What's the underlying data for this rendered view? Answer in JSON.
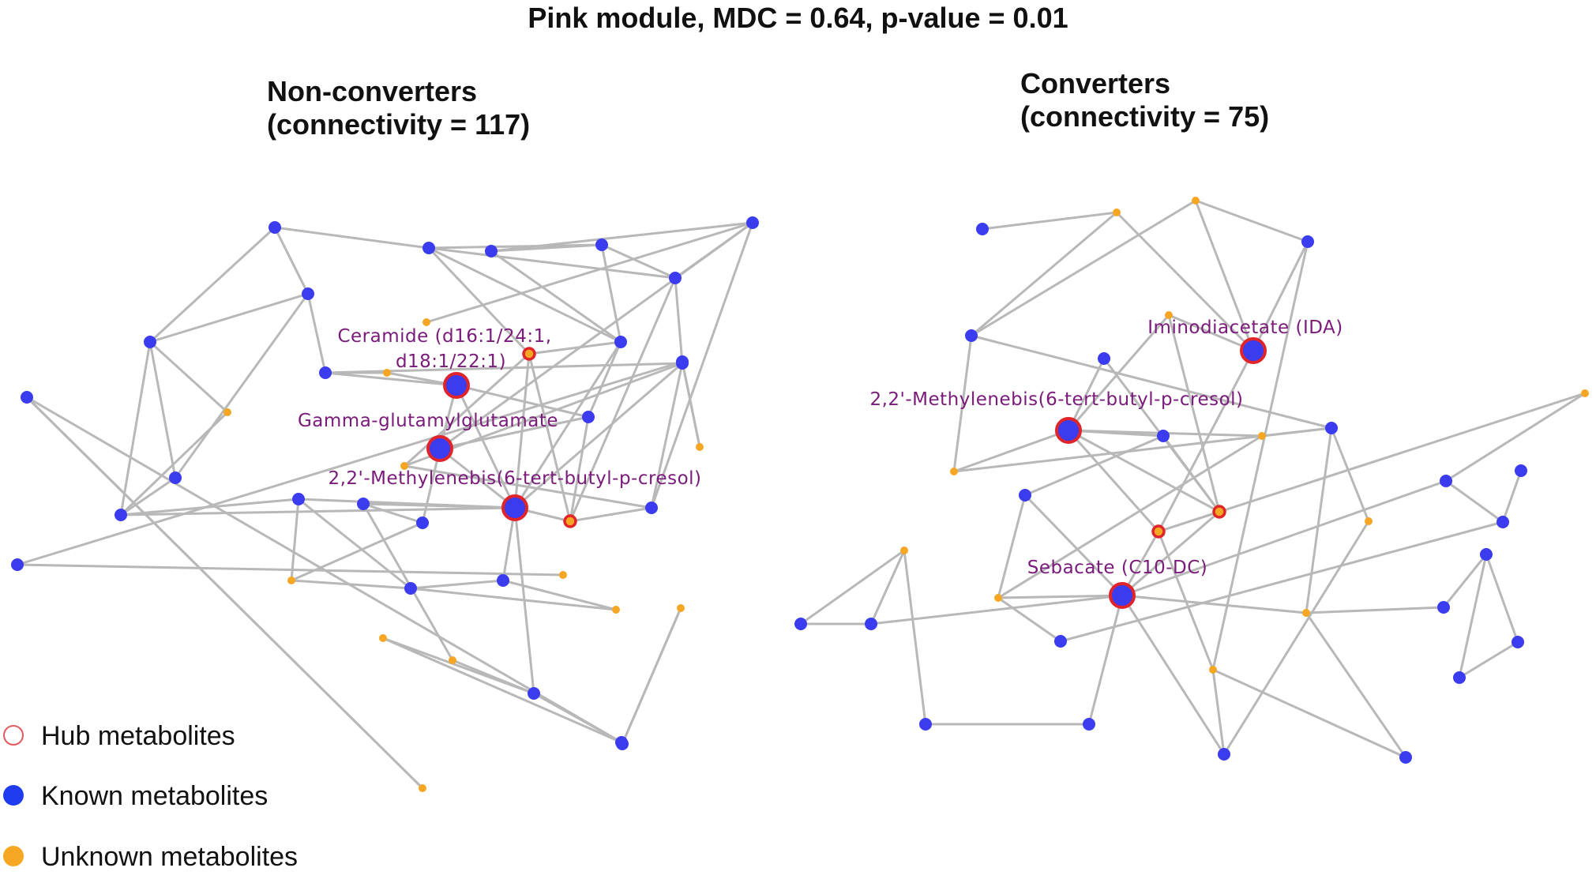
{
  "title": "Pink module, MDC = 0.64, p-value = 0.01",
  "colors": {
    "known": "#3b3bef",
    "unknown": "#f5a623",
    "hub_ring": "#e0252a",
    "edge": "#b8b8b8",
    "label": "#7a1a7a"
  },
  "legend": [
    {
      "label": "Hub metabolites",
      "kind": "hub"
    },
    {
      "label": "Known metabolites",
      "kind": "known"
    },
    {
      "label": "Unknown metabolites",
      "kind": "unknown"
    }
  ],
  "panels": [
    {
      "id": "nc",
      "title_lines": [
        "Non-converters",
        "(connectivity = 117)"
      ],
      "labels": [
        {
          "text": "Ceramide (d16:1/24:1,",
          "node": "h1",
          "line": 0
        },
        {
          "text": "d18:1/22:1)",
          "node": "h1",
          "line": 1
        },
        {
          "text": "Gamma-glutamylglutamate",
          "node": "h2",
          "line": 0
        },
        {
          "text": "2,2'-Methylenebis(6-tert-butyl-p-cresol)",
          "node": "h3",
          "line": 0
        }
      ],
      "nodes": [
        {
          "id": "h1",
          "type": "known",
          "hub": true
        },
        {
          "id": "h2",
          "type": "known",
          "hub": true
        },
        {
          "id": "h3",
          "type": "known",
          "hub": true
        },
        {
          "id": "u1",
          "type": "unknown",
          "hub": true
        },
        {
          "id": "u2",
          "type": "unknown",
          "hub": true
        },
        {
          "id": "k1",
          "type": "known"
        },
        {
          "id": "k2",
          "type": "known"
        },
        {
          "id": "k3",
          "type": "known"
        },
        {
          "id": "k4",
          "type": "known"
        },
        {
          "id": "k5",
          "type": "known"
        },
        {
          "id": "k6",
          "type": "known"
        },
        {
          "id": "k7",
          "type": "known"
        },
        {
          "id": "k8",
          "type": "known"
        },
        {
          "id": "k9",
          "type": "known"
        },
        {
          "id": "k10",
          "type": "known"
        },
        {
          "id": "k11",
          "type": "known"
        },
        {
          "id": "k12",
          "type": "known"
        },
        {
          "id": "k13",
          "type": "known"
        },
        {
          "id": "k14",
          "type": "known"
        },
        {
          "id": "k15",
          "type": "known"
        },
        {
          "id": "k16",
          "type": "known"
        },
        {
          "id": "k17",
          "type": "known"
        },
        {
          "id": "k18",
          "type": "known"
        },
        {
          "id": "k19",
          "type": "known"
        },
        {
          "id": "k20",
          "type": "known"
        },
        {
          "id": "k21",
          "type": "known"
        },
        {
          "id": "k22",
          "type": "known"
        },
        {
          "id": "k23",
          "type": "known"
        },
        {
          "id": "k24",
          "type": "known"
        },
        {
          "id": "k25",
          "type": "known"
        },
        {
          "id": "k26",
          "type": "known"
        },
        {
          "id": "o1",
          "type": "unknown"
        },
        {
          "id": "o2",
          "type": "unknown"
        },
        {
          "id": "o3",
          "type": "unknown"
        },
        {
          "id": "o4",
          "type": "unknown"
        },
        {
          "id": "o5",
          "type": "unknown"
        },
        {
          "id": "o6",
          "type": "unknown"
        },
        {
          "id": "o7",
          "type": "unknown"
        },
        {
          "id": "o8",
          "type": "unknown"
        },
        {
          "id": "o9",
          "type": "unknown"
        },
        {
          "id": "o10",
          "type": "unknown"
        },
        {
          "id": "o11",
          "type": "unknown"
        },
        {
          "id": "o12",
          "type": "unknown"
        }
      ],
      "edges": [
        [
          "k1",
          "k2"
        ],
        [
          "k1",
          "k6"
        ],
        [
          "k1",
          "k7"
        ],
        [
          "k2",
          "k4"
        ],
        [
          "k2",
          "k5"
        ],
        [
          "k2",
          "k9"
        ],
        [
          "k3",
          "k4"
        ],
        [
          "k3",
          "k12"
        ],
        [
          "k4",
          "k5"
        ],
        [
          "k4",
          "k9"
        ],
        [
          "k5",
          "k10"
        ],
        [
          "k5",
          "k12"
        ],
        [
          "k6",
          "k7"
        ],
        [
          "k6",
          "k18"
        ],
        [
          "k6",
          "k17"
        ],
        [
          "k7",
          "k8"
        ],
        [
          "k8",
          "h1"
        ],
        [
          "k8",
          "k10"
        ],
        [
          "k9",
          "u1"
        ],
        [
          "k9",
          "k11"
        ],
        [
          "k10",
          "k13"
        ],
        [
          "k10",
          "h3"
        ],
        [
          "k11",
          "h1"
        ],
        [
          "k11",
          "h2"
        ],
        [
          "k12",
          "k13"
        ],
        [
          "k13",
          "u2"
        ],
        [
          "k14",
          "h3"
        ],
        [
          "k14",
          "k15"
        ],
        [
          "k15",
          "h2"
        ],
        [
          "k15",
          "o3"
        ],
        [
          "k16",
          "h3"
        ],
        [
          "k16",
          "k19"
        ],
        [
          "k17",
          "k18"
        ],
        [
          "k18",
          "h3"
        ],
        [
          "k18",
          "k16"
        ],
        [
          "k19",
          "k20"
        ],
        [
          "k20",
          "h3"
        ],
        [
          "k21",
          "h3"
        ],
        [
          "k21",
          "k22"
        ],
        [
          "k22",
          "k23"
        ],
        [
          "h1",
          "h2"
        ],
        [
          "h1",
          "h3"
        ],
        [
          "h2",
          "h3"
        ],
        [
          "u1",
          "h3"
        ],
        [
          "u2",
          "h3"
        ],
        [
          "u1",
          "u2"
        ],
        [
          "o1",
          "k6"
        ],
        [
          "o2",
          "k8"
        ],
        [
          "o3",
          "k19"
        ],
        [
          "o4",
          "k21"
        ],
        [
          "o5",
          "k22"
        ],
        [
          "o6",
          "k23"
        ],
        [
          "o7",
          "k24"
        ],
        [
          "o8",
          "k25"
        ],
        [
          "o9",
          "k26"
        ],
        [
          "o10",
          "k20"
        ],
        [
          "o11",
          "u1"
        ],
        [
          "o12",
          "k12"
        ],
        [
          "k24",
          "k26"
        ],
        [
          "k25",
          "k22"
        ],
        [
          "k3",
          "k9"
        ],
        [
          "k13",
          "o11"
        ],
        [
          "k12",
          "h2"
        ],
        [
          "k7",
          "k17"
        ],
        [
          "k2",
          "u1"
        ],
        [
          "k5",
          "u2"
        ],
        [
          "k9",
          "h3"
        ],
        [
          "k11",
          "u2"
        ],
        [
          "o1",
          "k18"
        ],
        [
          "o2",
          "h1"
        ],
        [
          "k14",
          "o4"
        ],
        [
          "k23",
          "o6"
        ],
        [
          "k10",
          "o11"
        ],
        [
          "k26",
          "o9"
        ],
        [
          "k21",
          "o5"
        ],
        [
          "k25",
          "o8"
        ],
        [
          "k19",
          "o10"
        ],
        [
          "k16",
          "o3"
        ]
      ]
    },
    {
      "id": "cv",
      "title_lines": [
        "Converters",
        "(connectivity = 75)"
      ],
      "labels": [
        {
          "text": "Iminodiacetate (IDA)",
          "node": "H1",
          "line": 0
        },
        {
          "text": "2,2'-Methylenebis(6-tert-butyl-p-cresol)",
          "node": "H2",
          "line": 0
        },
        {
          "text": "Sebacate (C10-DC)",
          "node": "H3",
          "line": 0
        }
      ],
      "nodes": [
        {
          "id": "H1",
          "type": "known",
          "hub": true
        },
        {
          "id": "H2",
          "type": "known",
          "hub": true
        },
        {
          "id": "H3",
          "type": "known",
          "hub": true
        },
        {
          "id": "U1",
          "type": "unknown",
          "hub": true
        },
        {
          "id": "U2",
          "type": "unknown",
          "hub": true
        },
        {
          "id": "K1",
          "type": "known"
        },
        {
          "id": "K2",
          "type": "known"
        },
        {
          "id": "K3",
          "type": "known"
        },
        {
          "id": "K4",
          "type": "known"
        },
        {
          "id": "K5",
          "type": "known"
        },
        {
          "id": "K6",
          "type": "known"
        },
        {
          "id": "K7",
          "type": "known"
        },
        {
          "id": "K8",
          "type": "known"
        },
        {
          "id": "K9",
          "type": "known"
        },
        {
          "id": "K10",
          "type": "known"
        },
        {
          "id": "K11",
          "type": "known"
        },
        {
          "id": "K12",
          "type": "known"
        },
        {
          "id": "K13",
          "type": "known"
        },
        {
          "id": "K14",
          "type": "known"
        },
        {
          "id": "K15",
          "type": "known"
        },
        {
          "id": "K16",
          "type": "known"
        },
        {
          "id": "K17",
          "type": "known"
        },
        {
          "id": "K18",
          "type": "known"
        },
        {
          "id": "K19",
          "type": "known"
        },
        {
          "id": "K20",
          "type": "known"
        },
        {
          "id": "K21",
          "type": "known"
        },
        {
          "id": "O1",
          "type": "unknown"
        },
        {
          "id": "O2",
          "type": "unknown"
        },
        {
          "id": "O3",
          "type": "unknown"
        },
        {
          "id": "O4",
          "type": "unknown"
        },
        {
          "id": "O5",
          "type": "unknown"
        },
        {
          "id": "O6",
          "type": "unknown"
        },
        {
          "id": "O7",
          "type": "unknown"
        },
        {
          "id": "O8",
          "type": "unknown"
        },
        {
          "id": "O9",
          "type": "unknown"
        },
        {
          "id": "O10",
          "type": "unknown"
        },
        {
          "id": "O11",
          "type": "unknown"
        }
      ],
      "edges": [
        [
          "K1",
          "O1"
        ],
        [
          "O1",
          "K2"
        ],
        [
          "O1",
          "H1"
        ],
        [
          "O2",
          "K2"
        ],
        [
          "O2",
          "K4"
        ],
        [
          "O2",
          "H1"
        ],
        [
          "K2",
          "O3"
        ],
        [
          "K2",
          "K5"
        ],
        [
          "O3",
          "H2"
        ],
        [
          "O3",
          "K5"
        ],
        [
          "K3",
          "H2"
        ],
        [
          "K3",
          "U1"
        ],
        [
          "H1",
          "U2"
        ],
        [
          "H1",
          "K4"
        ],
        [
          "H1",
          "O4"
        ],
        [
          "O4",
          "H2"
        ],
        [
          "O4",
          "U1"
        ],
        [
          "H2",
          "K6"
        ],
        [
          "H2",
          "U1"
        ],
        [
          "H2",
          "U2"
        ],
        [
          "H2",
          "O5"
        ],
        [
          "K6",
          "U1"
        ],
        [
          "K6",
          "K7"
        ],
        [
          "O5",
          "O6"
        ],
        [
          "O5",
          "K5"
        ],
        [
          "K5",
          "O7"
        ],
        [
          "K7",
          "H3"
        ],
        [
          "K7",
          "O6"
        ],
        [
          "O6",
          "H3"
        ],
        [
          "O6",
          "K8"
        ],
        [
          "U1",
          "H3"
        ],
        [
          "U2",
          "H3"
        ],
        [
          "U1",
          "U2"
        ],
        [
          "U2",
          "O8"
        ],
        [
          "O8",
          "K9"
        ],
        [
          "K9",
          "K10"
        ],
        [
          "K9",
          "H3"
        ],
        [
          "K10",
          "K11"
        ],
        [
          "O9",
          "K12"
        ],
        [
          "O9",
          "K13"
        ],
        [
          "O9",
          "K14"
        ],
        [
          "K13",
          "H3"
        ],
        [
          "K14",
          "K15"
        ],
        [
          "H3",
          "K15"
        ],
        [
          "H3",
          "K16"
        ],
        [
          "H3",
          "O10"
        ],
        [
          "O10",
          "K17"
        ],
        [
          "O10",
          "K18"
        ],
        [
          "K16",
          "O11"
        ],
        [
          "O11",
          "K17"
        ],
        [
          "K18",
          "K19"
        ],
        [
          "K19",
          "K20"
        ],
        [
          "K20",
          "K21"
        ],
        [
          "K19",
          "K21"
        ],
        [
          "K8",
          "K10"
        ],
        [
          "U2",
          "O11"
        ],
        [
          "K4",
          "O11"
        ],
        [
          "K5",
          "O10"
        ],
        [
          "O7",
          "K16"
        ],
        [
          "K12",
          "K13"
        ]
      ]
    }
  ]
}
